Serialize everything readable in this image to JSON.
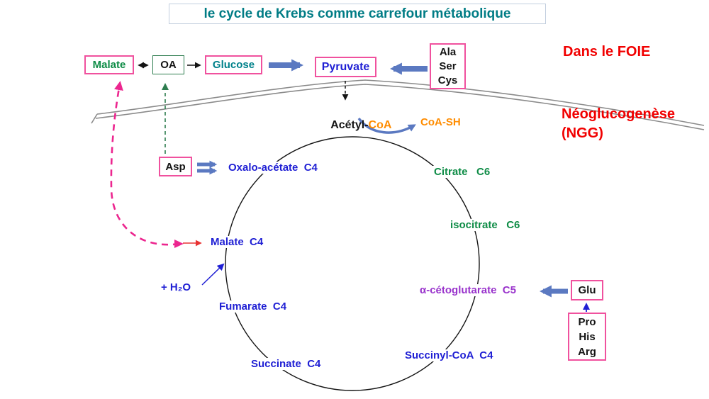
{
  "title": "le cycle de Krebs comme carrefour métabolique",
  "annotations": {
    "liver": "Dans le FOIE",
    "ngg_line1": "Néoglucogenèse",
    "ngg_line2": "(NGG)"
  },
  "boxes": {
    "malate": "Malate",
    "oa": "OA",
    "glucose": "Glucose",
    "pyruvate": "Pyruvate",
    "ala": "Ala",
    "ser": "Ser",
    "cys": "Cys",
    "asp": "Asp",
    "glu": "Glu",
    "pro": "Pro",
    "his": "His",
    "arg": "Arg"
  },
  "labels": {
    "acetyl_prefix": "Acétyl-",
    "acetyl_coa": "CoA",
    "coa_sh": "CoA-SH",
    "oxaloacetate": "Oxalo-acétate  C4",
    "citrate": "Citrate   C6",
    "isocitrate": "isocitrate   C6",
    "alpha_ketoglutarate": "α-cétoglutarate  C5",
    "succinyl_coa": "Succinyl-CoA  C4",
    "succinate": "Succinate  C4",
    "fumarate": "Fumarate  C4",
    "malate_c4": "Malate  C4",
    "water": "+ H₂O"
  },
  "colors": {
    "box_border_pink": "#f0519e",
    "green_text": "#0e8c46",
    "teal_text": "#00818a",
    "blue_text": "#1f1fd4",
    "orange_text": "#ff8c00",
    "red_text": "#f10000",
    "purple_text": "#9933cc",
    "arrow_blue": "#5b79c1",
    "dashed_pink": "#ec268f",
    "dashed_green": "#2e7d4f"
  }
}
